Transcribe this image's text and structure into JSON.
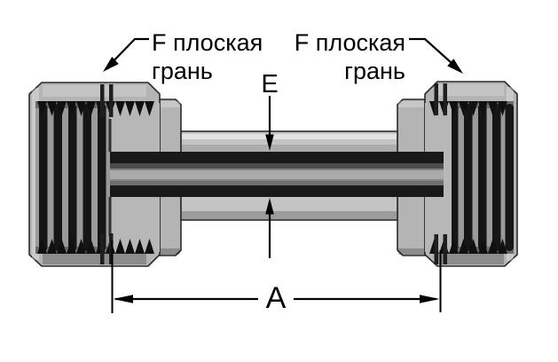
{
  "diagram": {
    "background": "#ffffff"
  },
  "labels": {
    "flat_face_left": {
      "line1": "F плоская",
      "line2": "грань"
    },
    "flat_face_right": {
      "line1": "F плоская",
      "line2": "грань"
    },
    "dim_e": "E",
    "dim_a": "A"
  },
  "colors": {
    "text": "#000000",
    "dimension_line": "#000000",
    "metal_body": "#b4b4b4",
    "metal_tube": "#c4c4c4",
    "metal_highlight": "#e8e8e8",
    "metal_shadow": "#8a8a8a",
    "thread_dark": "#161616",
    "bore_dark": "#191919",
    "outline": "#2b2b2b"
  }
}
